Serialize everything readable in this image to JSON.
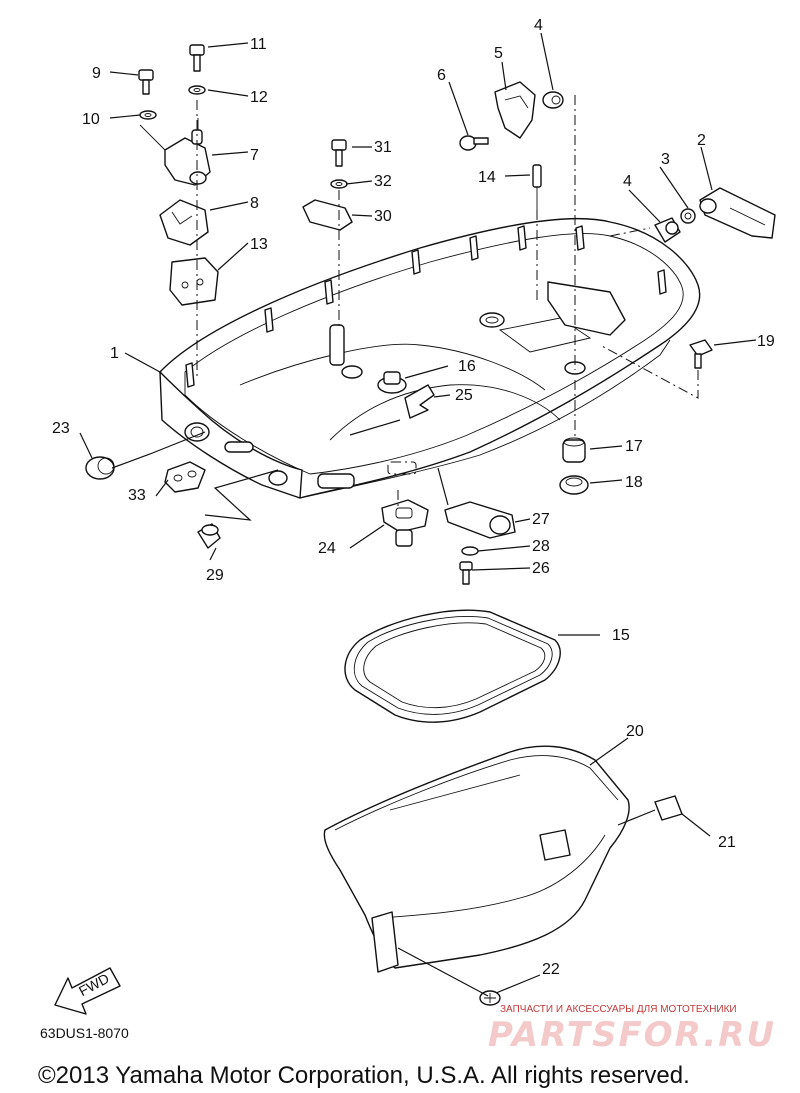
{
  "diagram": {
    "callouts": [
      "1",
      "2",
      "3",
      "4",
      "4",
      "5",
      "6",
      "7",
      "8",
      "9",
      "10",
      "11",
      "12",
      "13",
      "14",
      "15",
      "16",
      "17",
      "18",
      "19",
      "20",
      "21",
      "22",
      "23",
      "24",
      "25",
      "26",
      "27",
      "28",
      "29",
      "30",
      "31",
      "32",
      "33"
    ],
    "fwd_label": "FWD",
    "diagram_code": "63DUS1-8070",
    "copyright": "©2013 Yamaha Motor Corporation, U.S.A. All rights reserved.",
    "watermark_subtitle": "ЗАПЧАСТИ И АКСЕССУАРЫ ДЛЯ МОТОТЕХНИКИ",
    "watermark_brand": "PARTSFOR.RU"
  }
}
